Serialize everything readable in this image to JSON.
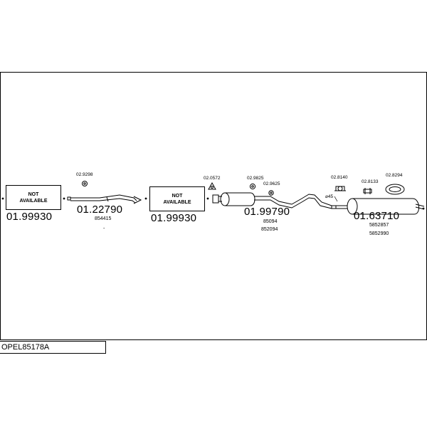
{
  "diagram": {
    "title": "OPEL85178A",
    "left_not_available": [
      "NOT",
      "AVAILABLE"
    ],
    "middle_not_available": [
      "NOT",
      "AVAILABLE"
    ],
    "parts": {
      "left_section_code": "01.99930",
      "front_pipe_code": "01.22790",
      "front_pipe_oem": "854415",
      "front_pipe_mark": "-",
      "front_pipe_clamp": "02.9298",
      "middle_section_code": "01.99930",
      "middle_silencer_code": "01.99790",
      "middle_silencer_oem_1": "85094",
      "middle_silencer_oem_2": "852094",
      "gasket_1": "02.0572",
      "hanger_1": "02.9825",
      "hanger_2": "02.9625",
      "pipe_diameter": "⌀45",
      "rear_clamp": "02.8140",
      "rear_hanger_1": "02.8133",
      "rear_hanger_2": "02.8294",
      "rear_silencer_code": "01.63710",
      "rear_silencer_oem_1": "5852857",
      "rear_silencer_oem_2": "5852990"
    }
  }
}
